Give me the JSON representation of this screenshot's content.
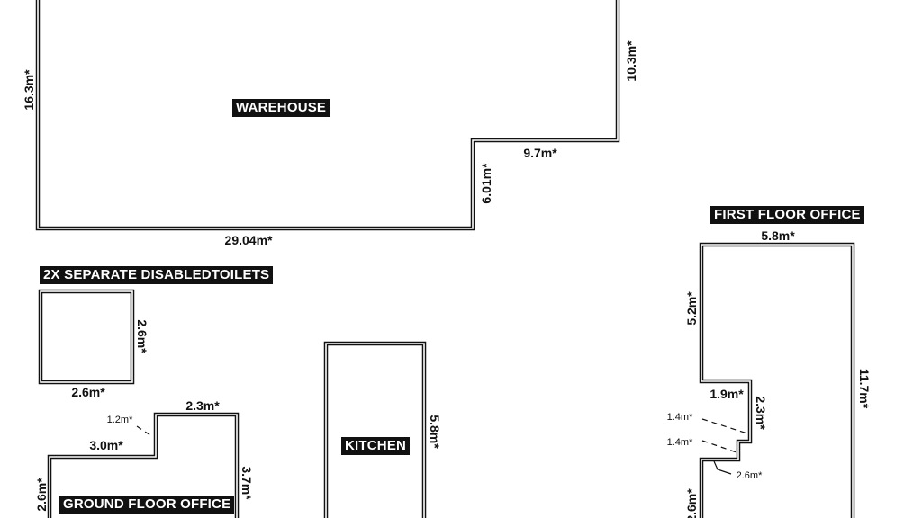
{
  "rooms": {
    "warehouse": {
      "label": "WAREHOUSE",
      "dims": {
        "left": "16.3m*",
        "right": "10.3m*",
        "step_width": "9.7m*",
        "step_height": "6.01m*",
        "bottom": "29.04m*"
      }
    },
    "toilets": {
      "label": "2X SEPARATE DISABLEDTOILETS",
      "dims": {
        "height": "2.6m*",
        "width": "2.6m*"
      }
    },
    "kitchen": {
      "label": "KITCHEN",
      "dims": {
        "height": "5.8m*"
      }
    },
    "ground_floor_office": {
      "label": "GROUND FLOOR OFFICE",
      "dims": {
        "top": "2.3m*",
        "step_small": "1.2m*",
        "left_top": "3.0m*",
        "right": "3.7m*",
        "left": "2.6m*"
      }
    },
    "first_floor_office": {
      "label": "FIRST FLOOR OFFICE",
      "dims": {
        "top": "5.8m*",
        "upper_left": "5.2m*",
        "right": "11.7m*",
        "notch_width": "1.9m*",
        "notch_height": "2.3m*",
        "lead_1": "1.4m*",
        "lead_2": "1.4m*",
        "lead_3": "2.6m*",
        "lower_left": "2.6m*"
      }
    }
  }
}
